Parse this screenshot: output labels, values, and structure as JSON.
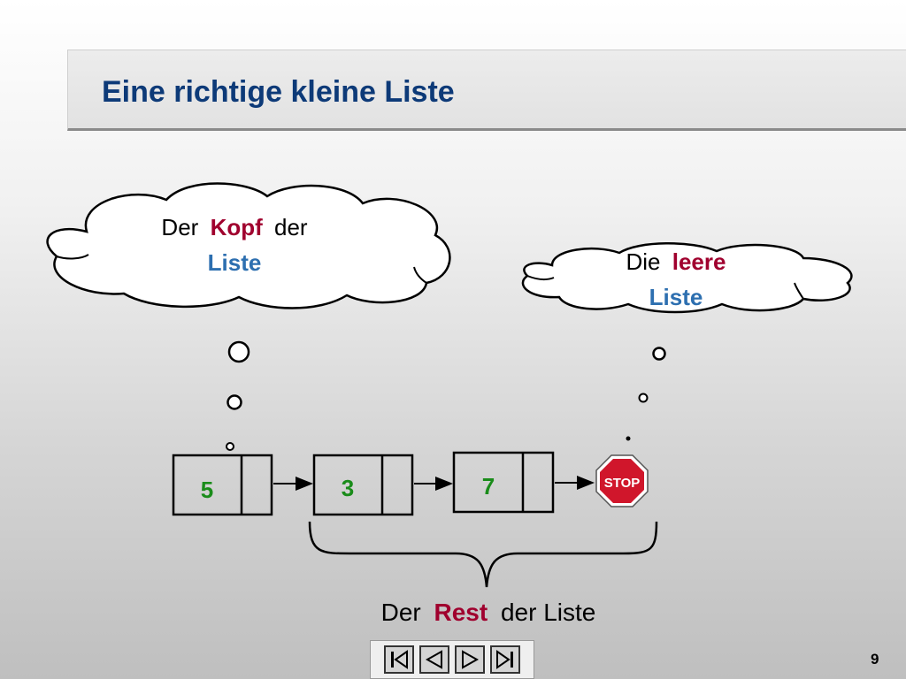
{
  "slide": {
    "title": "Eine richtige kleine Liste",
    "page_number": "9"
  },
  "head_cloud": {
    "word1": "Der",
    "word2": "Kopf",
    "word3": "der",
    "word4": "Liste"
  },
  "empty_cloud": {
    "word1": "Die",
    "word2": "leere",
    "word3": "Liste"
  },
  "nodes": [
    {
      "value": "5"
    },
    {
      "value": "3"
    },
    {
      "value": "7"
    }
  ],
  "stop_sign": {
    "label": "STOP"
  },
  "rest_caption": {
    "word1": "Der",
    "word2": "Rest",
    "word3": "der Liste"
  },
  "colors": {
    "title": "#0d3a78",
    "emphasis_red": "#a0002e",
    "emphasis_blue": "#2d6fb0",
    "node_value": "#1a8c1a",
    "stop_red": "#d0162b"
  },
  "nav_icons": [
    "first-slide-icon",
    "previous-slide-icon",
    "next-slide-icon",
    "last-slide-icon"
  ]
}
